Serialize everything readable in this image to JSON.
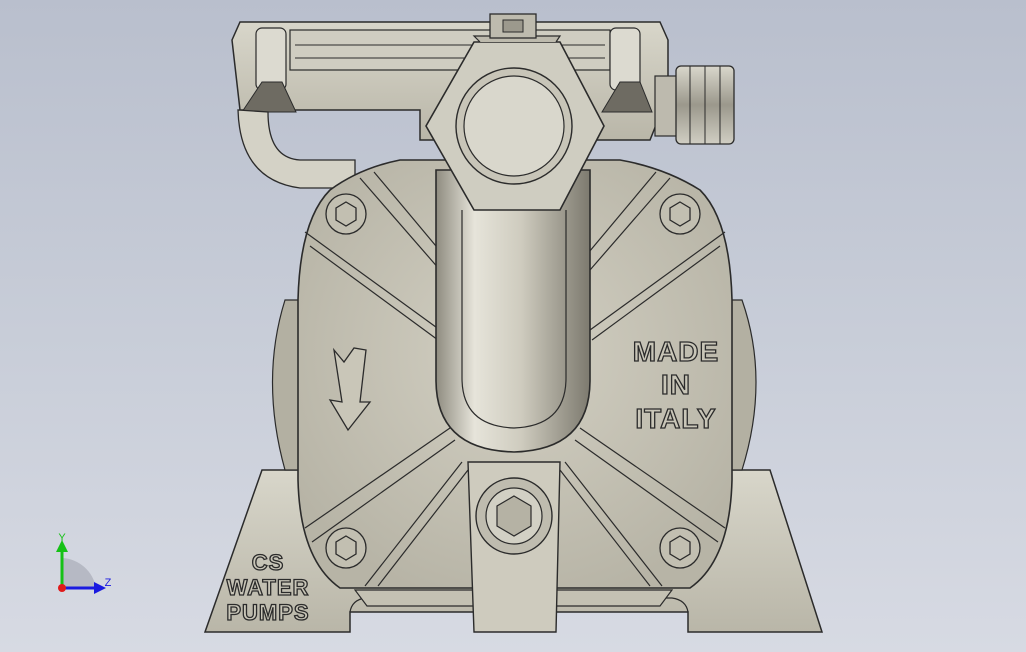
{
  "emboss": {
    "made_in_italy": [
      "MADE",
      "IN",
      "ITALY"
    ],
    "brand": [
      "CS",
      "WATER",
      "PUMPS"
    ]
  },
  "triad": {
    "y_label": "Y",
    "z_label": "Z",
    "y_color": "#16c116",
    "z_color": "#1a1ae0",
    "x_color": "#e01a1a"
  },
  "colors": {
    "background_top": "#b9bfcd",
    "background_bottom": "#d7dae3",
    "metal": "#c9c6b8",
    "edge": "#2b2b2b"
  }
}
